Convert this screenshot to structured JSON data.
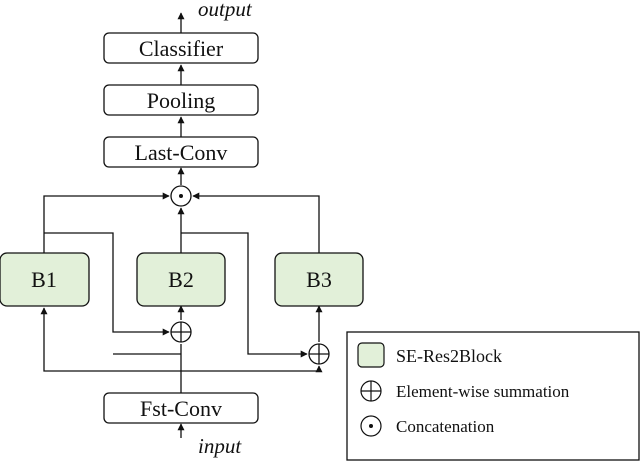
{
  "flow": {
    "output_label": "output",
    "input_label": "input",
    "classifier": "Classifier",
    "pooling": "Pooling",
    "last_conv": "Last-Conv",
    "fst_conv": "Fst-Conv",
    "b1": "B1",
    "b2": "B2",
    "b3": "B3"
  },
  "legend": {
    "block_label": "SE-Res2Block",
    "sum_label": "Element-wise summation",
    "concat_label": "Concatenation"
  },
  "colors": {
    "block_fill": "#e2f0d9",
    "stroke": "#111111"
  }
}
